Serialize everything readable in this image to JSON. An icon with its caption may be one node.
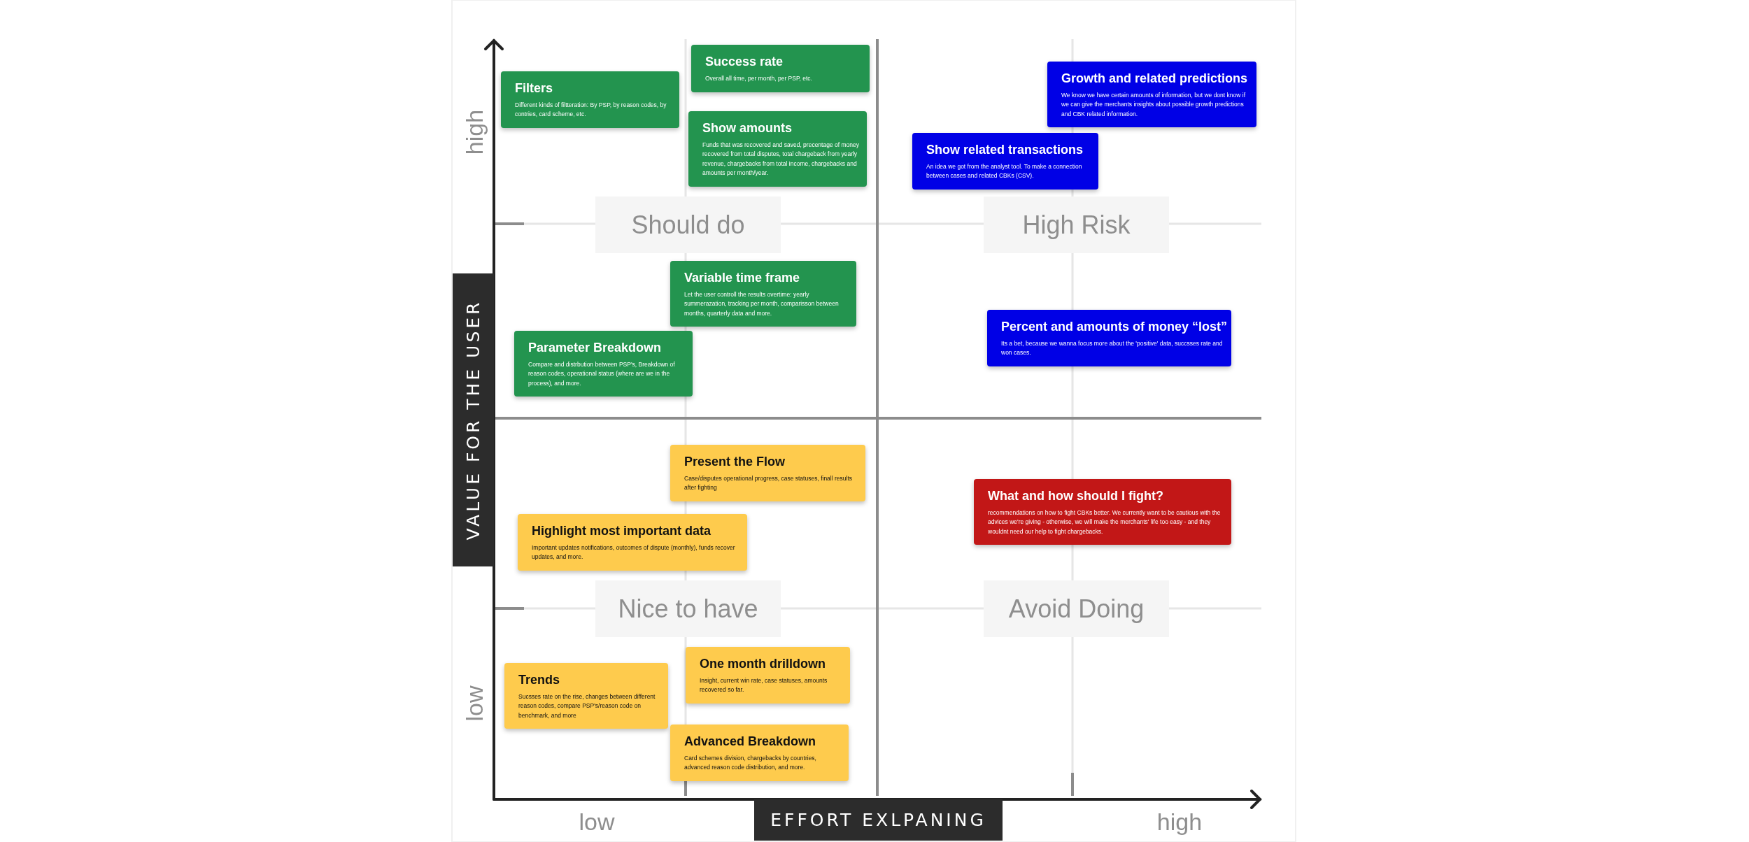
{
  "diagram": {
    "nodes": [
      {
        "text": [
          "Success rate",
          "Overall all time, per month, per PSP, etc."
        ]
      },
      {
        "text": [
          "Growth and related predictions",
          "We know we have certain amounts of information, but we dont know if we can give the merchants insights about possible growth predictions and CBK related information."
        ]
      },
      {
        "text": [
          "Filters",
          "Different kinds of filtteration: By PSP, by reason codes, by contries, card scheme, etc."
        ]
      },
      {
        "text": [
          "Show amounts",
          "Funds that was recovered and saved, precentage of money recovered from total disputes, total chargeback from yearly revenue, chargebacks from total income, chargebacks and amounts per month/year."
        ]
      },
      {
        "text": [
          "Show related transactions",
          "An idea we got from the analyst tool. To make a connection between cases and related CBKs (CSV)."
        ]
      },
      {
        "text": [
          "Should do"
        ]
      },
      {
        "text": [
          "High Risk"
        ]
      },
      {
        "text": [
          "Variable time frame",
          "Let the user controll the results overtime: yearly summerazation, tracking per month, comparisson between months, quarterly data and more."
        ]
      },
      {
        "text": [
          "VALUE FOR THE USER"
        ]
      },
      {
        "text": [
          "Percent and amounts of money “lost”",
          "Its a bet, because we wanna focus more about the 'positive' data, succsses rate and won cases."
        ]
      },
      {
        "text": [
          "Parameter Breakdown",
          "Compare and distrbution between PSP's, Breakdown of reason codes, operational status (where are we in the process), and more."
        ]
      },
      {
        "text": [
          "Present the Flow",
          "Case/disputes operational progress, case statuses, finall results after fighting"
        ]
      },
      {
        "text": [
          "What and how should I fight?",
          "recommendations on how to fight CBKs better. We currently want to be cautious with the advices we're giving - otherwise, we will make the merchants' life too easy - and they wouldnt need our help to fight chargebacks."
        ]
      },
      {
        "text": [
          "Highlight most important data",
          "Important updates notifications, outcomes of dispute (monthly), funds recover updates, and more."
        ]
      },
      {
        "text": [
          "Nice to have"
        ]
      },
      {
        "text": [
          "Avoid Doing"
        ]
      },
      {
        "text": [
          "One month drilldown",
          "Insight, current win rate, case statuses, amounts recovered so far."
        ]
      },
      {
        "text": [
          "Trends",
          "Sucsses rate on the rise, changes between different reason codes, compare PSP's/reason code on benchmark, and more"
        ]
      },
      {
        "text": [
          "Advanced Breakdown",
          "Card schemes division, chargebacks by countries, advanced reason code distribution, and more."
        ]
      },
      {
        "text": [
          "EFFORT EXLPANING"
        ]
      }
    ],
    "labels": [
      "high",
      "low",
      "low",
      "high"
    ]
  }
}
